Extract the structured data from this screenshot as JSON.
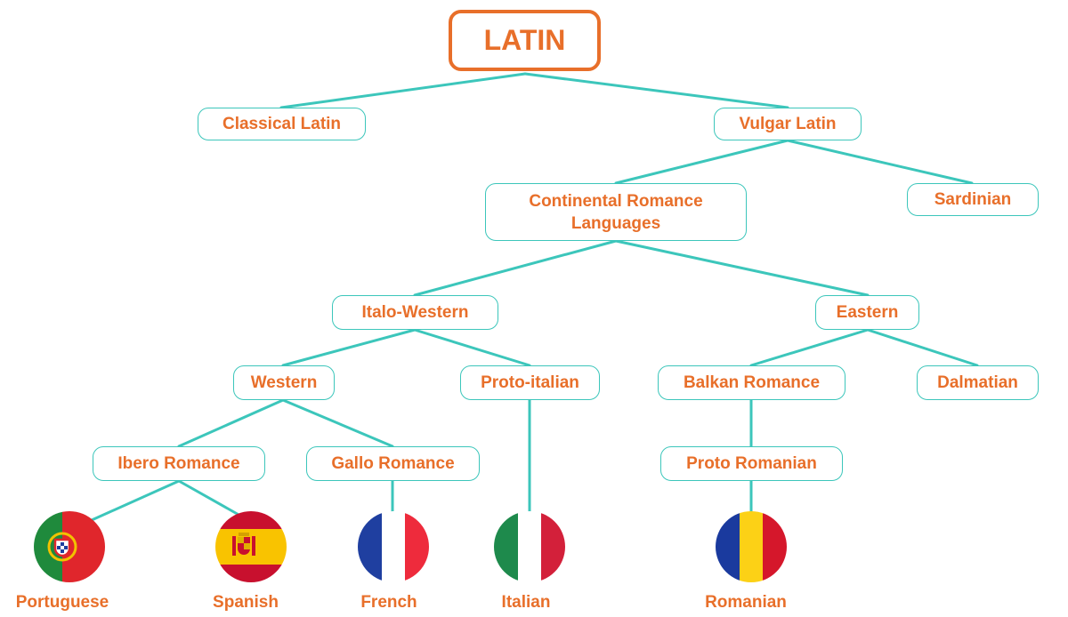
{
  "colors": {
    "accent": "#e86f2a",
    "connector": "#3cc6bb"
  },
  "root": {
    "label": "LATIN"
  },
  "nodes": {
    "classical_latin": "Classical Latin",
    "vulgar_latin": "Vulgar Latin",
    "continental_line1": "Continental Romance",
    "continental_line2": "Languages",
    "sardinian": "Sardinian",
    "italo_western": "Italo-Western",
    "eastern": "Eastern",
    "western": "Western",
    "proto_italian": "Proto-italian",
    "balkan_romance": "Balkan Romance",
    "dalmatian": "Dalmatian",
    "ibero_romance": "Ibero Romance",
    "gallo_romance": "Gallo Romance",
    "proto_romanian": "Proto Romanian"
  },
  "languages": {
    "portuguese": {
      "label": "Portuguese",
      "flag": "portugal-flag-icon"
    },
    "spanish": {
      "label": "Spanish",
      "flag": "spain-flag-icon"
    },
    "french": {
      "label": "French",
      "flag": "france-flag-icon"
    },
    "italian": {
      "label": "Italian",
      "flag": "italy-flag-icon"
    },
    "romanian": {
      "label": "Romanian",
      "flag": "romania-flag-icon"
    }
  }
}
